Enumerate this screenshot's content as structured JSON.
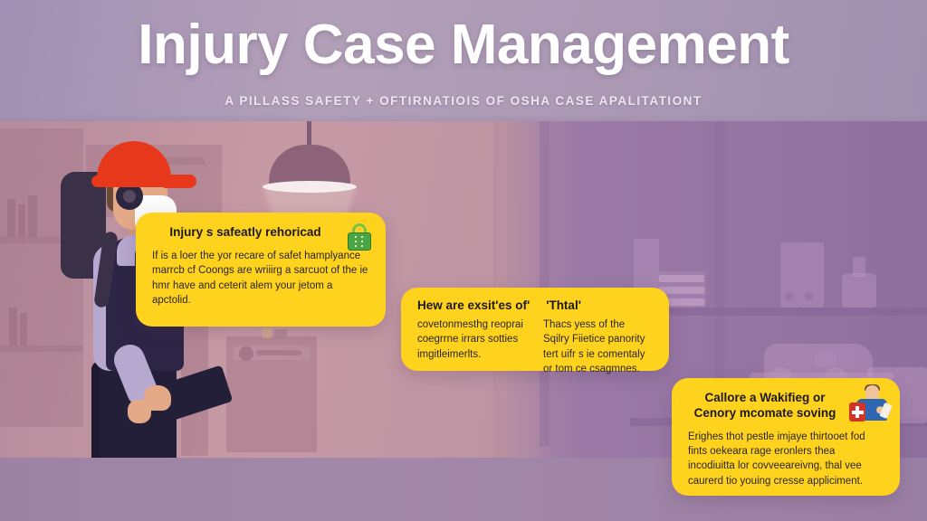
{
  "header": {
    "title": "Injury Case Management",
    "subtitle": "A PILLASS SAFETY + OFTIRNATIOIS OF OSHA CASE APALITATIONT"
  },
  "cards": [
    {
      "id": "card-1",
      "title": "Injury s safeatly rehoricad",
      "icon": "padlock-icon",
      "body": "If is a loer the yor recare of safet hamplyance marrcb cf Coongs are wriiirg a sarcuot of the ie hmr have and ceterit alem your jetom a apctolid."
    },
    {
      "id": "card-2",
      "title_left": "Hew are exsit'es of'",
      "title_right": "'Thtal'",
      "body_left": "covetonmesthg reoprai coegrrne irrars sotties imgitleimerlts.",
      "body_right": "Thacs yess of the Sqilry Fiietice panority tert uifr s ie comentaly or tom ce csagmnes."
    },
    {
      "id": "card-3",
      "title": "Callore a Wakifieg or Cenory mcomate soving",
      "icon": "first-aid-person-icon",
      "body": "Erighes thot pestle imjaye thirtooet fod fints oekeara rage eronlers thea incodiuitta lor covveeareivng, thal vee caurerd tio youing cresse appliciment."
    }
  ],
  "scene": {
    "worker": {
      "hard_hat_color": "#e8381b",
      "mask_color": "#fbfbfb",
      "shirt_color": "#b7a8cf",
      "vest_color": "#2c2545",
      "pants_color": "#241f39"
    },
    "lamp": "pendant-lamp",
    "shelf_items": [
      "binder",
      "binder",
      "binder",
      "bottle",
      "toy-car",
      "box",
      "box"
    ]
  },
  "colors": {
    "card_yellow": "#ffd21e",
    "header_purple": "#a89ab4",
    "wall_pink": "#bc93a3",
    "wall_purple": "#8e6f9e",
    "floor": "#9c83a4",
    "title_white": "#ffffff"
  }
}
